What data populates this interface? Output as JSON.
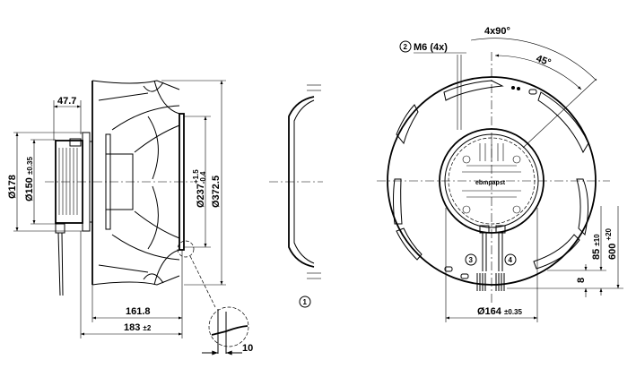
{
  "side_view": {
    "dim_motor_length": "47.7",
    "dim_dia_178": "Ø178",
    "dim_dia_150": "Ø150",
    "dim_dia_150_tol": "±0.35",
    "dim_dia_237": "Ø237",
    "dim_dia_237_tol_upper": "+1.5",
    "dim_dia_237_tol_lower": "-0.4",
    "dim_dia_372": "Ø372.5",
    "dim_length_161": "161.8",
    "dim_length_183": "183",
    "dim_length_183_tol": "±2",
    "detail_dim": "10"
  },
  "inlet_ring": {
    "callout": "1"
  },
  "front_view": {
    "callout_2": "2",
    "thread_label": "M6 (4x)",
    "angle_pattern": "4x90°",
    "angle_offset": "45°",
    "logo_text": "ebmpapst",
    "callout_3": "3",
    "callout_4": "4",
    "dim_dia_164": "Ø164",
    "dim_dia_164_tol": "±0.35",
    "dim_85": "85",
    "dim_85_tol": "±10",
    "dim_600": "600",
    "dim_600_tol": "+20",
    "dim_8": "8"
  }
}
